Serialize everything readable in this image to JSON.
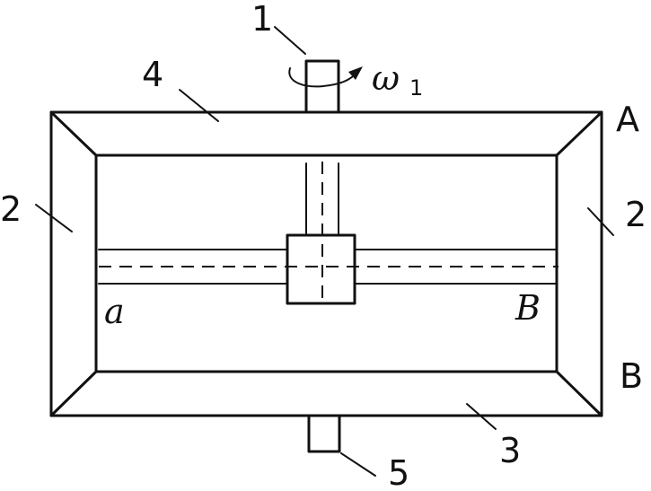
{
  "labels": {
    "part_1": "1",
    "part_2_left": "2",
    "part_2_right": "2",
    "part_3": "3",
    "part_4": "4",
    "part_5": "5",
    "end_upper": "A",
    "end_lower": "B",
    "point_left": "a",
    "point_right": "B",
    "omega": "ω",
    "omega_sub": "1"
  }
}
